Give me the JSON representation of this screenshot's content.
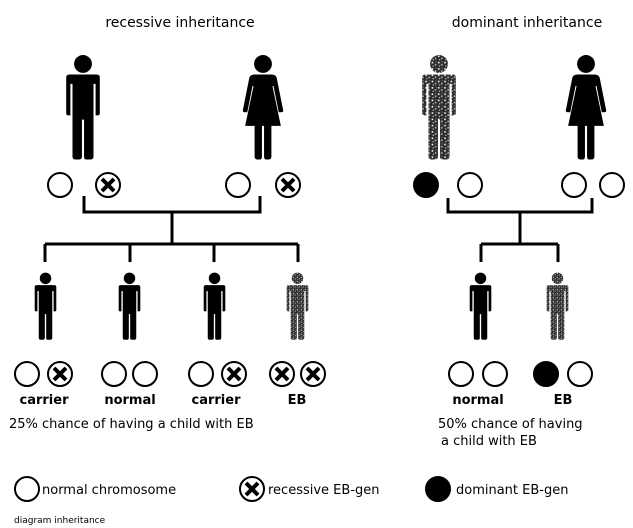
{
  "recessive": {
    "title": "recessive inheritance",
    "children": [
      {
        "label": "carrier",
        "chromosomes": [
          "normal",
          "recessive"
        ],
        "fill": "solid"
      },
      {
        "label": "normal",
        "chromosomes": [
          "normal",
          "normal"
        ],
        "fill": "solid"
      },
      {
        "label": "carrier",
        "chromosomes": [
          "normal",
          "recessive"
        ],
        "fill": "solid"
      },
      {
        "label": "EB",
        "chromosomes": [
          "recessive",
          "recessive"
        ],
        "fill": "speckled"
      }
    ],
    "chance": "25% chance of having a child with EB"
  },
  "dominant": {
    "title": "dominant inheritance",
    "children": [
      {
        "label": "normal",
        "chromosomes": [
          "normal",
          "normal"
        ],
        "fill": "solid"
      },
      {
        "label": "EB",
        "chromosomes": [
          "dominant",
          "normal"
        ],
        "fill": "speckled"
      }
    ],
    "chance_line1": "50% chance of having",
    "chance_line2": "a child with EB"
  },
  "legend": {
    "normal": "normal chromosome",
    "recessive": "recessive EB-gen",
    "dominant": "dominant EB-gen"
  },
  "caption": "diagram inheritance",
  "colors": {
    "ink": "#000000",
    "background": "#ffffff"
  }
}
